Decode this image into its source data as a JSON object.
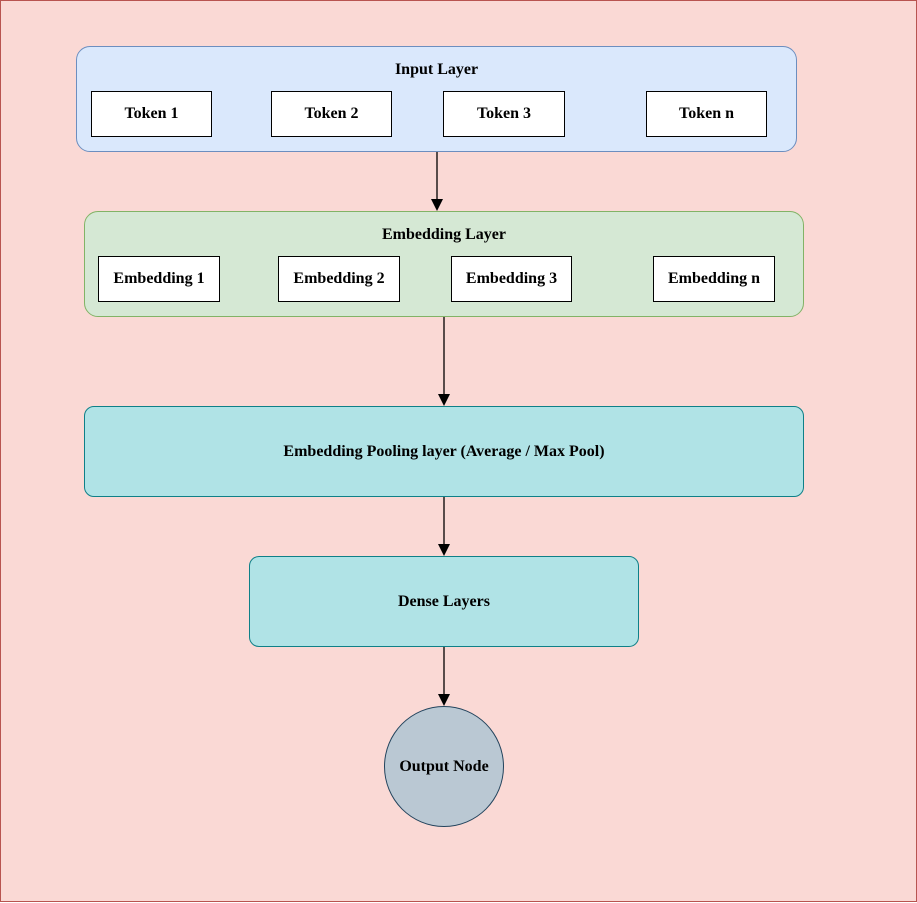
{
  "diagram": {
    "input_layer": {
      "title": "Input Layer",
      "tokens": [
        "Token 1",
        "Token 2",
        "Token 3",
        "Token n"
      ]
    },
    "embedding_layer": {
      "title": "Embedding Layer",
      "embeddings": [
        "Embedding 1",
        "Embedding 2",
        "Embedding 3",
        "Embedding n"
      ]
    },
    "pooling_layer": {
      "label": "Embedding Pooling layer (Average / Max Pool)"
    },
    "dense_layers": {
      "label": "Dense Layers"
    },
    "output_node": {
      "label": "Output Node"
    },
    "colors": {
      "background": "#fad9d5",
      "background_border": "#b85450",
      "input_fill": "#dae8fc",
      "input_border": "#6c8ebf",
      "embedding_fill": "#d5e8d4",
      "embedding_border": "#82b366",
      "process_fill": "#b0e3e6",
      "process_border": "#0e8088",
      "output_fill": "#bac8d3",
      "output_border": "#23445d"
    }
  }
}
